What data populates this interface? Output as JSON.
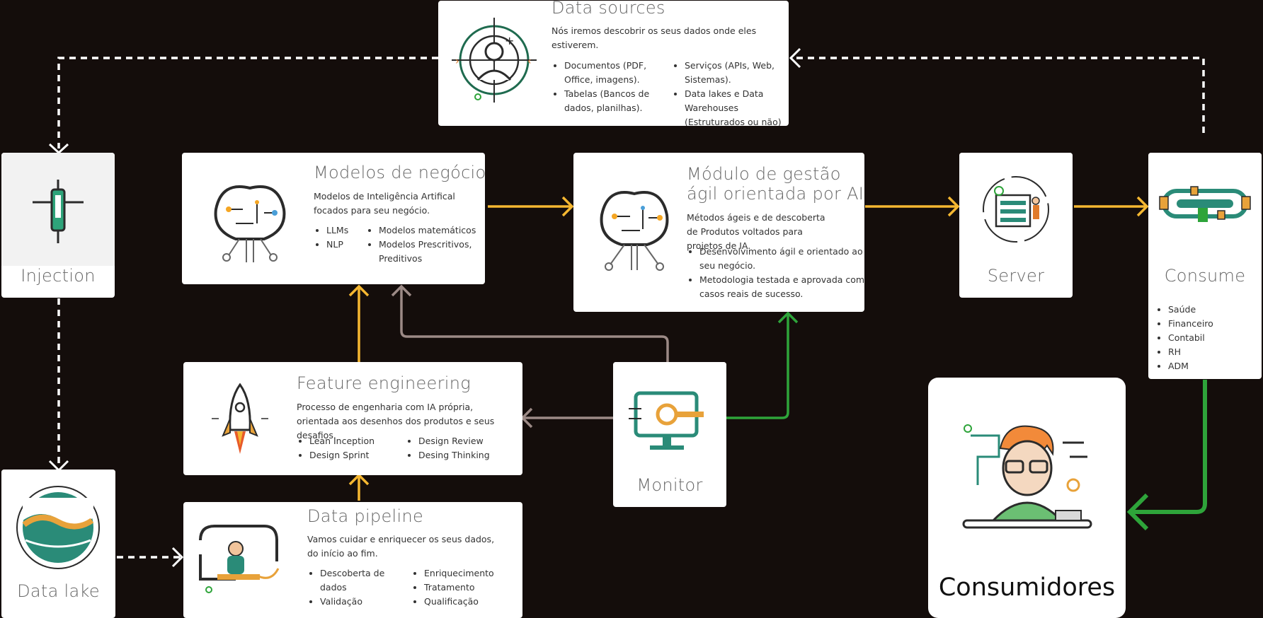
{
  "colors": {
    "background": "#140d0b",
    "orange_arrow": "#f5b731",
    "green_arrow": "#2ea43a",
    "grey_arrow": "#9c8a86",
    "dashed_arrow": "#ffffff"
  },
  "data_sources": {
    "title": "Data sources",
    "description": "Nós iremos descobrir os seus dados onde eles estiverem.",
    "list_left": [
      "Documentos (PDF, Office, imagens).",
      "Tabelas (Bancos de dados, planilhas)."
    ],
    "list_right": [
      "Serviços (APIs, Web, Sistemas).",
      "Data lakes e Data Warehouses (Estruturados ou não)"
    ]
  },
  "injection": {
    "title": "Injection"
  },
  "data_lake": {
    "title": "Data lake"
  },
  "business_models": {
    "title": "Modelos de negócio",
    "description": "Modelos de Inteligência Artifical focados para seu negócio.",
    "list_left": [
      "LLMs",
      "NLP"
    ],
    "list_right": [
      "Modelos matemáticos",
      "Modelos Prescritivos, Preditivos"
    ]
  },
  "agile_module": {
    "title_line1": "Módulo de gestão",
    "title_line2": "ágil orientada por AI",
    "description": "Métodos ágeis e de descoberta de Produtos voltados para projetos de IA.",
    "list": [
      "Desenvolvimento ágil e orientado ao seu negócio.",
      "Metodologia testada e aprovada com casos reais de sucesso."
    ]
  },
  "server": {
    "title": "Server"
  },
  "consume": {
    "title": "Consume",
    "list": [
      "Saúde",
      "Financeiro",
      "Contabil",
      "RH",
      "ADM"
    ]
  },
  "feature_engineering": {
    "title": "Feature engineering",
    "description": "Processo de engenharia com IA própria, orientada aos desenhos dos produtos e seus desafios.",
    "list_left": [
      "Lean Inception",
      "Design Sprint"
    ],
    "list_right": [
      "Design Review",
      "Desing Thinking"
    ]
  },
  "monitor": {
    "title": "Monitor"
  },
  "data_pipeline": {
    "title": "Data pipeline",
    "description": "Vamos cuidar e enriquecer os seus dados, do início ao fim.",
    "list_left": [
      "Descoberta de dados",
      "Validação"
    ],
    "list_right": [
      "Enriquecimento",
      "Tratamento",
      "Qualificação"
    ]
  },
  "consumers": {
    "title": "Consumidores"
  }
}
